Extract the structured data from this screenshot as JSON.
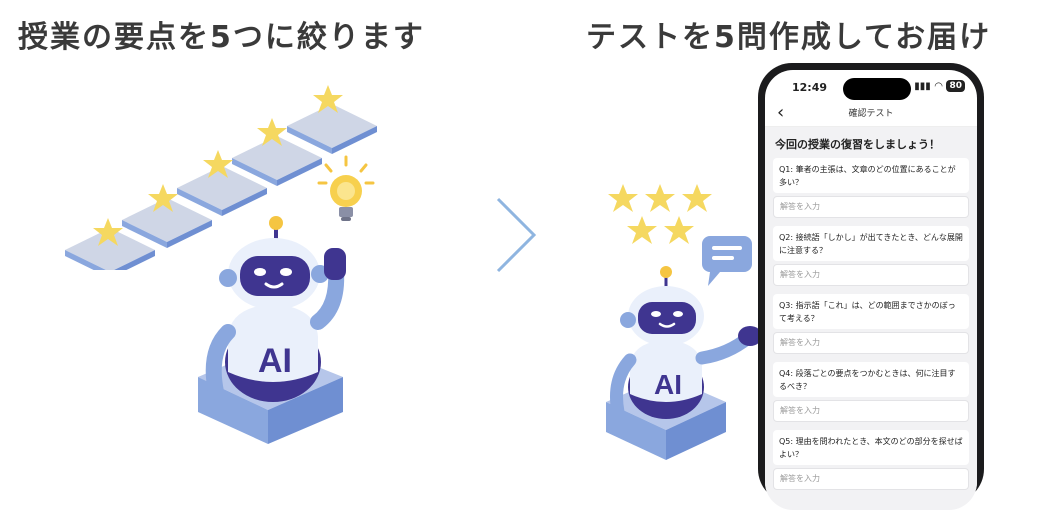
{
  "left_heading": "授業の要点を5つに絞ります",
  "right_heading": "テストを5問作成してお届け",
  "phone": {
    "status_time": "12:49",
    "battery": "80",
    "nav_title": "確認テスト",
    "intro": "今回の授業の復習をしましょう！",
    "questions": [
      {
        "text": "Q1: 筆者の主張は、文章のどの位置にあることが多い？",
        "placeholder": "解答を入力"
      },
      {
        "text": "Q2: 接続語「しかし」が出てきたとき、どんな展開に注意する？",
        "placeholder": "解答を入力"
      },
      {
        "text": "Q3: 指示語「これ」は、どの範囲までさかのぼって考える？",
        "placeholder": "解答を入力"
      },
      {
        "text": "Q4: 段落ごとの要点をつかむときは、何に注目するべき？",
        "placeholder": "解答を入力"
      },
      {
        "text": "Q5: 理由を問われたとき、本文のどの部分を探せばよい？",
        "placeholder": "解答を入力"
      }
    ]
  },
  "robot_chest_label": "AI",
  "colors": {
    "star": "#f5d860",
    "robot_dark": "#3f3590",
    "robot_body": "#eaf0fb",
    "base": "#8aa7de",
    "step": "#cfd6e6",
    "arrow": "#8fb5e0"
  }
}
